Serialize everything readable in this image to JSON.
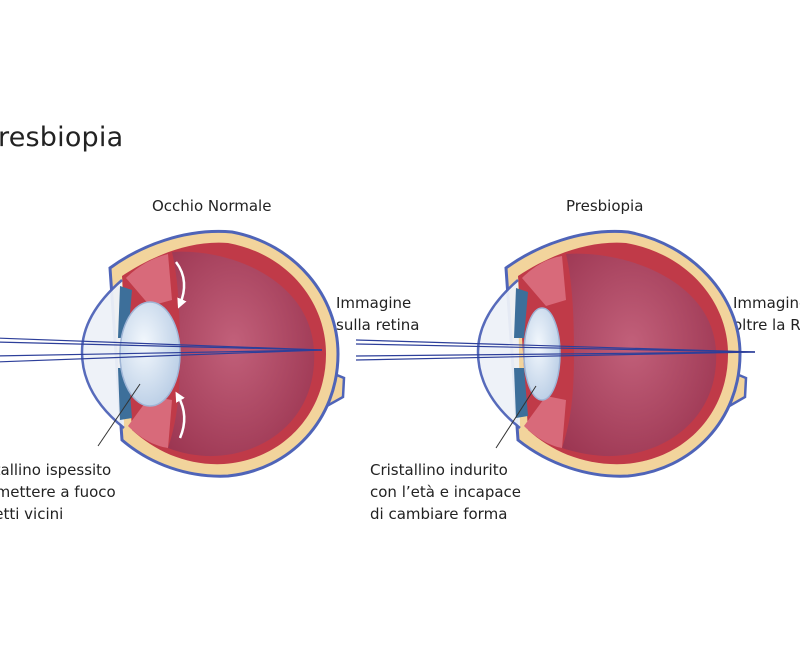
{
  "title": "Presbiopia",
  "left_panel": {
    "heading": "Occhio Normale",
    "image_label": [
      "Immagine",
      "sulla retina"
    ],
    "lens_label": [
      "Cristallino ispessito",
      "per mettere a fuoco",
      "oggetti vicini"
    ]
  },
  "right_panel": {
    "heading": "Presbiopia",
    "image_label": [
      "Immagine",
      "oltre la Retina"
    ],
    "lens_label": [
      "Cristallino indurito",
      "con l’età e incapace",
      "di cambiare forma"
    ]
  },
  "colors": {
    "sclera": "#f2d49c",
    "choroid": "#c03a48",
    "vitreous": "#a83e58",
    "outline": "#4f64b8",
    "lens": "#d9e6f4",
    "iris": "#3d6f9a",
    "rays": "#2d3f9a"
  }
}
